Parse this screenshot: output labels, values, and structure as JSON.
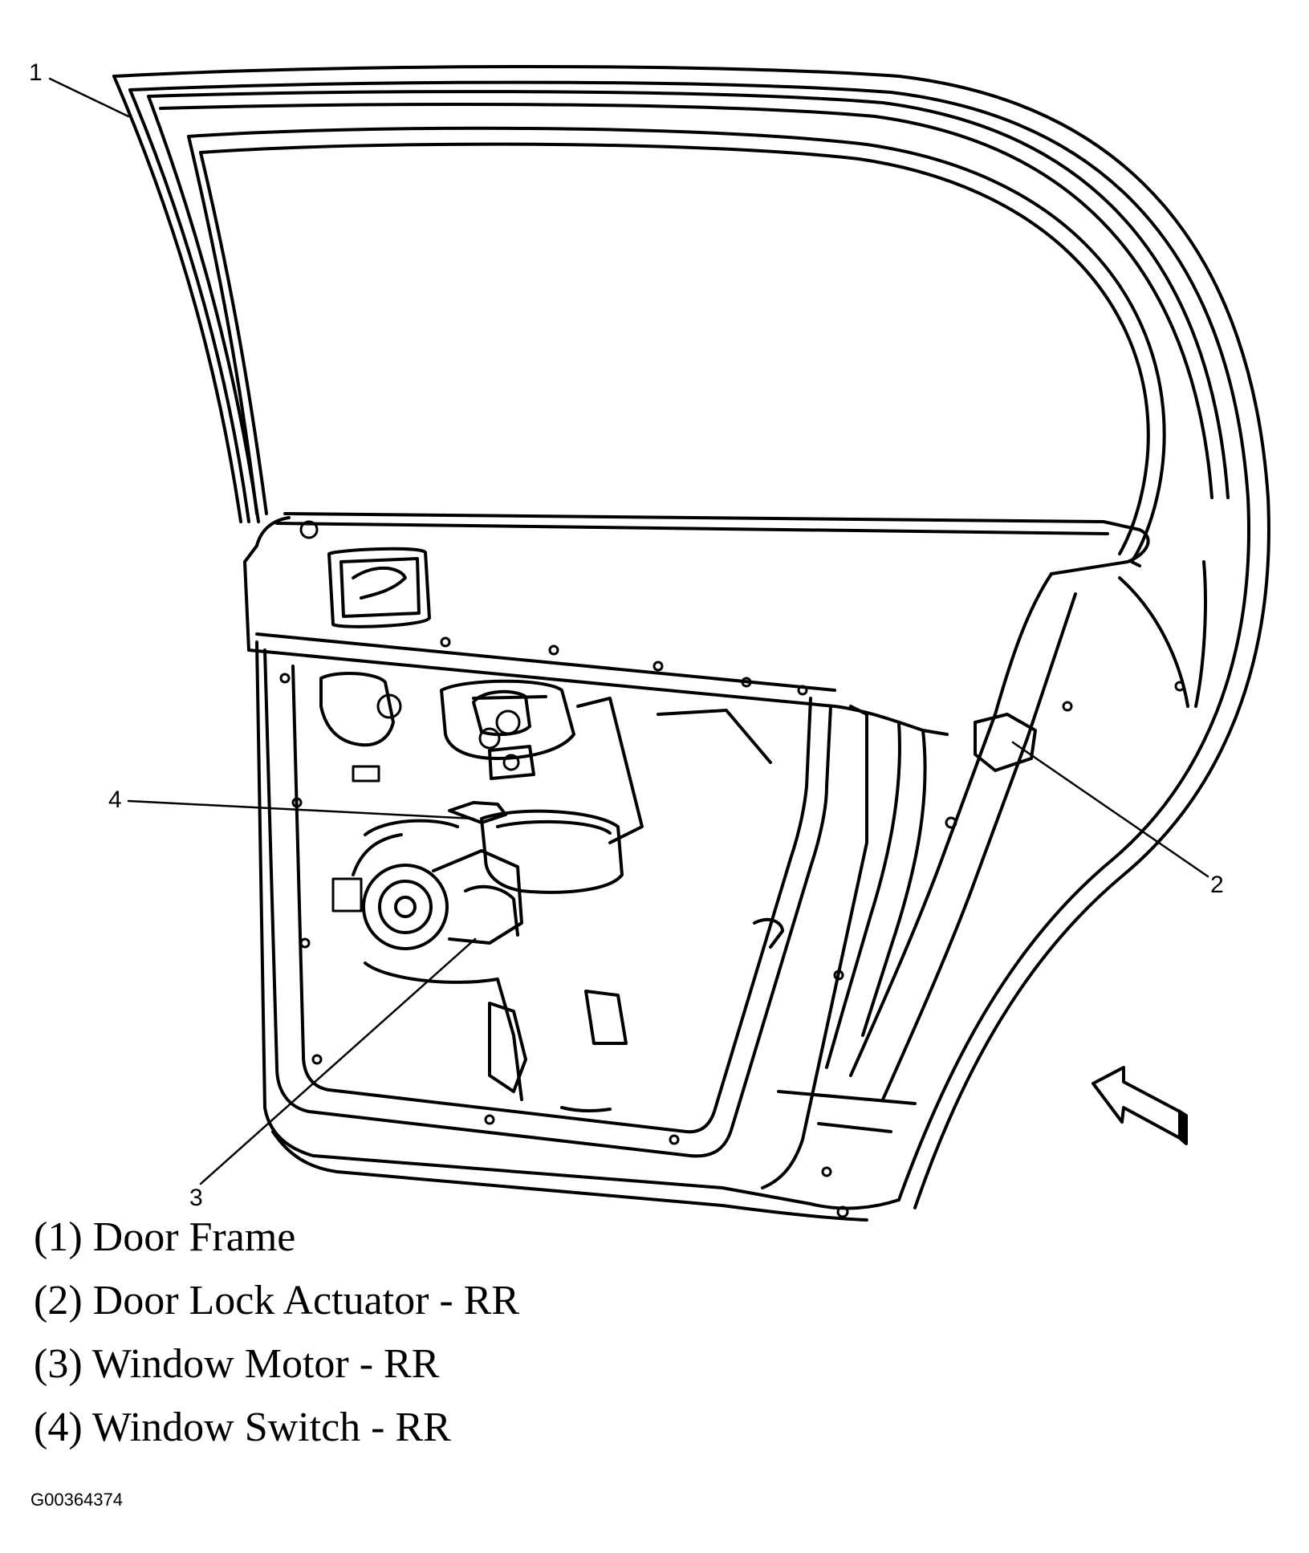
{
  "callouts": {
    "c1": "1",
    "c2": "2",
    "c3": "3",
    "c4": "4"
  },
  "legend": [
    {
      "number": "(1)",
      "text": "Door Frame"
    },
    {
      "number": "(2)",
      "text": "Door Lock Actuator - RR"
    },
    {
      "number": "(3)",
      "text": "Window Motor - RR"
    },
    {
      "number": "(4)",
      "text": "Window Switch - RR"
    }
  ],
  "figure_id": "G00364374",
  "colors": {
    "line": "#000000",
    "background": "#ffffff"
  }
}
